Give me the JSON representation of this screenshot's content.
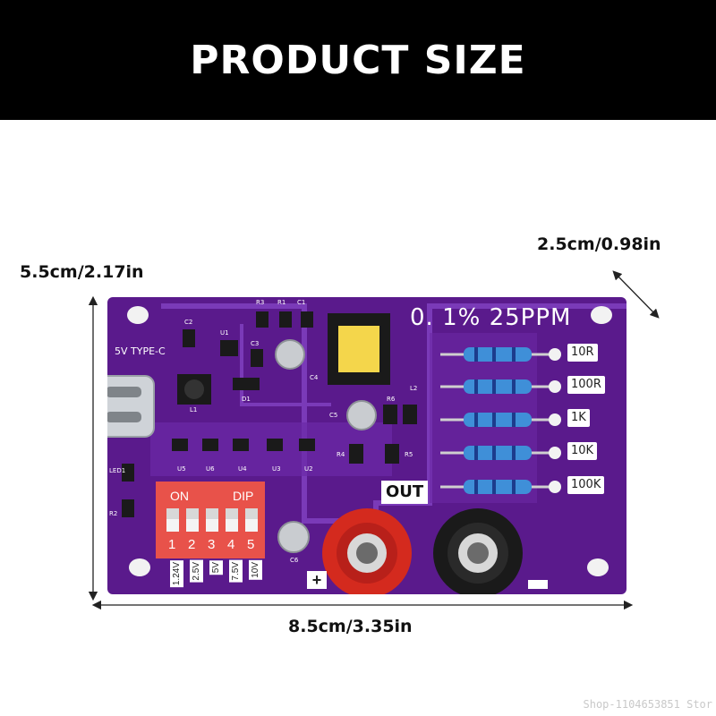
{
  "banner": {
    "title": "PRODUCT SIZE"
  },
  "dimensions": {
    "height": "5.5cm/2.17in",
    "depth": "2.5cm/0.98in",
    "width": "8.5cm/3.35in"
  },
  "board": {
    "spec": "0. 1%  25PPM",
    "usb_label": "5V  TYPE-C",
    "resistors": [
      "10R",
      "100R",
      "1K",
      "10K",
      "100K"
    ],
    "out_label": "OUT",
    "dip": {
      "on_label": "ON",
      "dip_label": "DIP",
      "numbers": [
        "1",
        "2",
        "3",
        "4",
        "5"
      ]
    },
    "voltages": [
      "1.24V",
      "2.5V",
      "5V",
      "7.5V",
      "10V"
    ],
    "plus_label": "+",
    "refs": [
      "R3",
      "R1",
      "C1",
      "C2",
      "U1",
      "C3",
      "L1",
      "D1",
      "C4",
      "L2",
      "C5",
      "R6",
      "R4",
      "R5",
      "U5",
      "U6",
      "U4",
      "U3",
      "U2",
      "LED1",
      "R2",
      "C6"
    ],
    "colors": {
      "pcb": "#5a1a8c",
      "trace": "#7a3ab8",
      "dip": "#e8524a",
      "jack_red": "#d42a1e"
    }
  },
  "watermark": "Shop-1104653851 Stor"
}
